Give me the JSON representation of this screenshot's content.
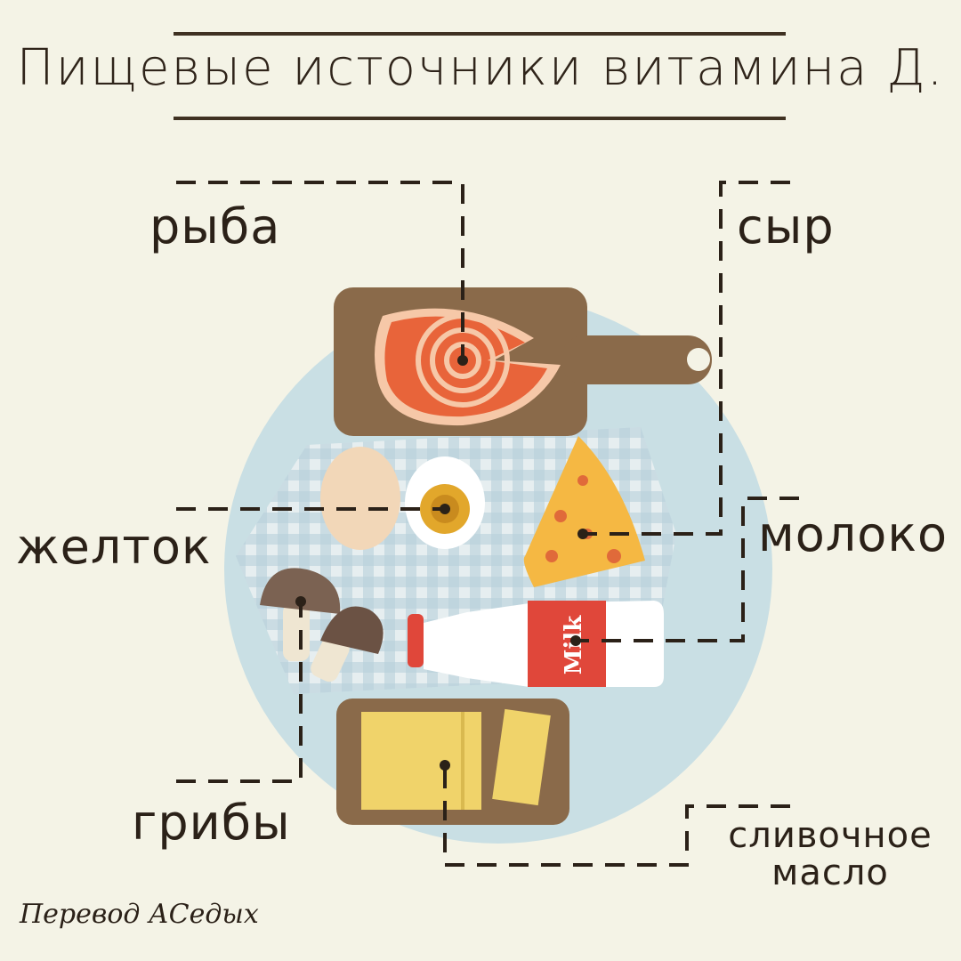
{
  "title": "Пищевые источники витамина Д.",
  "labels": {
    "fish": "рыба",
    "cheese": "сыр",
    "yolk": "желток",
    "milk": "молоко",
    "mushrooms": "грибы",
    "butter_line1": "сливочное",
    "butter_line2": "масло"
  },
  "bottle_text": "Milk",
  "signature": "Перевод АСедых",
  "colors": {
    "background": "#f4f3e6",
    "plate": "#c9dfe4",
    "board": "#8a6a4a",
    "salmon": "#e8643a",
    "cheese": "#f5b843",
    "butter": "#f0d36a",
    "milk_label": "#e0473a",
    "ink": "#2b2118"
  },
  "icons": [
    "salmon-steak-icon",
    "egg-icon",
    "boiled-egg-icon",
    "cheese-wedge-icon",
    "mushroom-icon",
    "milk-bottle-icon",
    "butter-icon"
  ]
}
